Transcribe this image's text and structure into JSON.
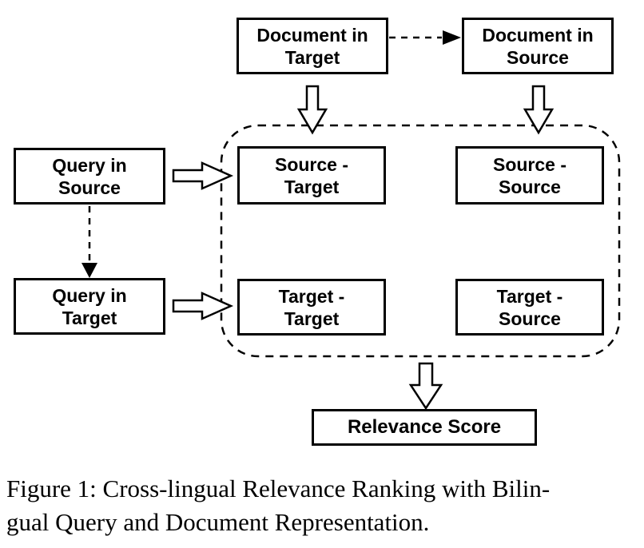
{
  "figure": {
    "top_row": {
      "doc_target": {
        "line1": "Document in",
        "line2": "Target"
      },
      "doc_source": {
        "line1": "Document in",
        "line2": "Source"
      }
    },
    "left_column": {
      "query_source": {
        "line1": "Query in",
        "line2": "Source"
      },
      "query_target": {
        "line1": "Query in",
        "line2": "Target"
      }
    },
    "matrix": {
      "source_target": {
        "line1": "Source -",
        "line2": "Target"
      },
      "source_source": {
        "line1": "Source -",
        "line2": "Source"
      },
      "target_target": {
        "line1": "Target -",
        "line2": "Target"
      },
      "target_source": {
        "line1": "Target -",
        "line2": "Source"
      }
    },
    "output": {
      "relevance_score": "Relevance Score"
    },
    "caption": {
      "line1": "Figure 1: Cross-lingual Relevance Ranking with Bilin-",
      "line2": "gual Query and Document Representation."
    },
    "colors": {
      "line": "#000000",
      "text": "#000000",
      "background": "#ffffff"
    }
  }
}
